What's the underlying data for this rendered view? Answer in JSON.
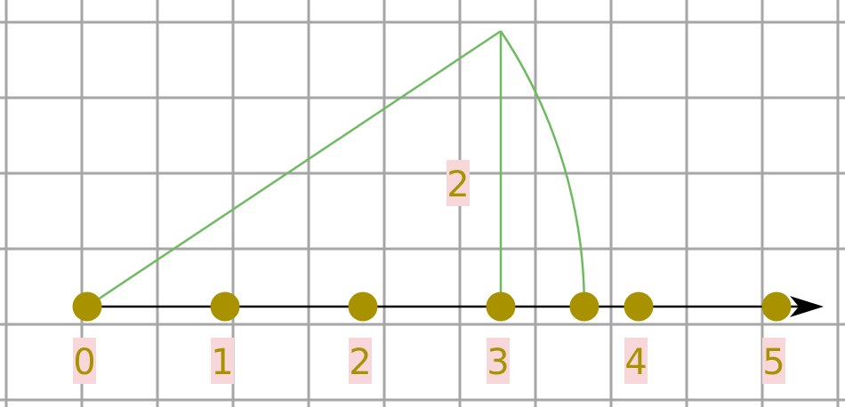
{
  "diagram": {
    "axis": {
      "min": 0,
      "max": 5,
      "tick_labels": [
        "0",
        "1",
        "2",
        "3",
        "4",
        "5"
      ]
    },
    "points": [
      0,
      1,
      2,
      3,
      3.6056,
      4,
      5
    ],
    "triangle": {
      "base": 3,
      "height": 2,
      "height_label": "2"
    },
    "arc": {
      "center": 0,
      "radius": 3.6056
    },
    "colors": {
      "grid": "#a6a6a6",
      "construction": "#6dbb5f",
      "point": "#a89200",
      "label_text": "#a89200",
      "label_background": "#f8d7da",
      "axis": "#000000"
    }
  }
}
